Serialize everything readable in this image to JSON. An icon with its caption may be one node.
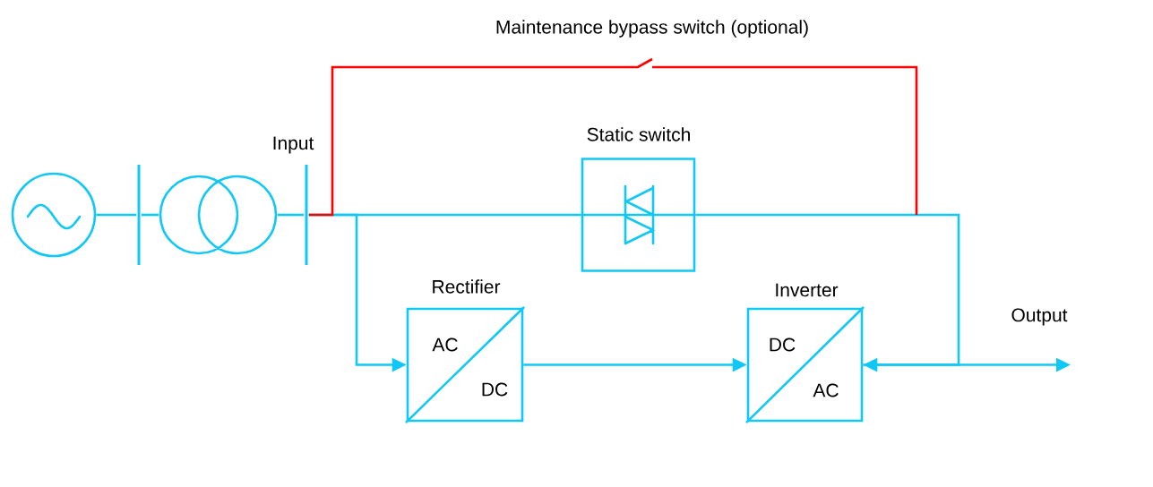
{
  "diagram": {
    "nodes": [
      {
        "text": [],
        "shape": "circle"
      },
      {
        "text": [],
        "shape": "bar"
      },
      {
        "text": [],
        "shape": "circle"
      },
      {
        "text": [
          "Input"
        ]
      },
      {
        "text": [
          "Static switch"
        ]
      },
      {
        "text": [
          "Rectifier",
          "AC",
          "DC"
        ]
      },
      {
        "text": [
          "Inverter",
          "DC",
          "AC"
        ]
      }
    ],
    "edges": [
      {
        "from": 0,
        "to": 1,
        "arrow": "none"
      },
      {
        "from": 1,
        "to": 2,
        "arrow": "none"
      },
      {
        "from": 2,
        "to": 3,
        "arrow": "none"
      },
      {
        "from": 3,
        "to": 4,
        "arrow": "none"
      },
      {
        "from": 3,
        "to": 5,
        "arrow": "to"
      },
      {
        "from": 5,
        "to": 6,
        "arrow": "to"
      },
      {
        "from": 4,
        "to": 6,
        "arrow": "to"
      },
      {
        "from": 6,
        "to": null,
        "arrow": "to"
      },
      {
        "from": 3,
        "to": null,
        "arrow": "none",
        "label": "Maintenance bypass switch (optional)",
        "color": "#ff0000"
      }
    ],
    "labels": [
      "Output"
    ]
  }
}
